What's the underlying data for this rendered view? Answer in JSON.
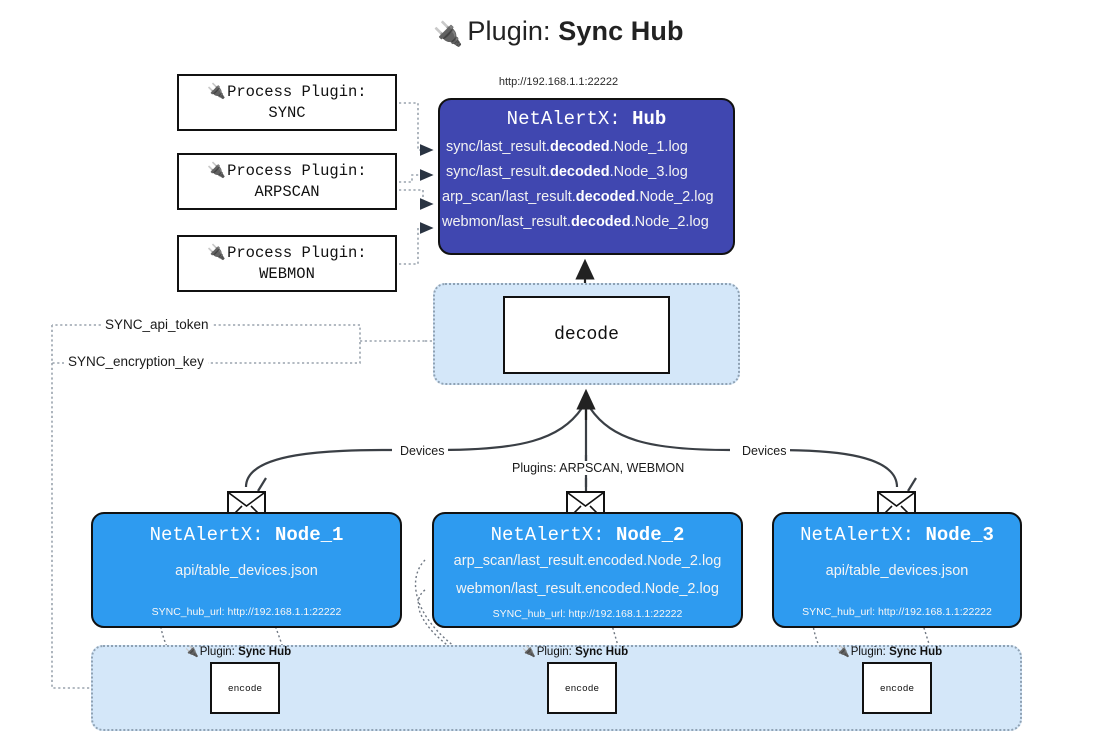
{
  "title": {
    "icon": "plug-icon",
    "prefix": "Plugin:",
    "name": "Sync Hub"
  },
  "hub": {
    "url": "http://192.168.1.1:22222",
    "title_prefix": "NetAlertX:",
    "title_name": "Hub",
    "logs": [
      {
        "pre": "sync/last_result.",
        "mid": "decoded",
        "post": ".Node_1.log"
      },
      {
        "pre": "sync/last_result.",
        "mid": "decoded",
        "post": ".Node_3.log"
      },
      {
        "pre": "arp_scan/last_result.",
        "mid": "decoded",
        "post": ".Node_2.log"
      },
      {
        "pre": "webmon/last_result.",
        "mid": "decoded",
        "post": ".Node_2.log"
      }
    ]
  },
  "process_plugins": [
    {
      "icon": "plug-icon",
      "line1": "Process Plugin:",
      "line2": "SYNC"
    },
    {
      "icon": "plug-icon",
      "line1": "Process Plugin:",
      "line2": "ARPSCAN"
    },
    {
      "icon": "plug-icon",
      "line1": "Process Plugin:",
      "line2": "WEBMON"
    }
  ],
  "decode": {
    "label": "decode"
  },
  "keys": {
    "api_token": "SYNC_api_token",
    "encryption_key": "SYNC_encryption_key"
  },
  "edge_labels": {
    "devices_left": "Devices",
    "devices_right": "Devices",
    "plugins": "Plugins: ARPSCAN, WEBMON"
  },
  "nodes": [
    {
      "title_prefix": "NetAlertX:",
      "title_name": "Node_1",
      "lines": [
        "api/table_devices.json"
      ],
      "hub_url_label": "SYNC_hub_url:",
      "hub_url": "http://192.168.1.1:22222",
      "envelope": "envelope-icon"
    },
    {
      "title_prefix": "NetAlertX:",
      "title_name": "Node_2",
      "lines": [
        "arp_scan/last_result.encoded.Node_2.log",
        "webmon/last_result.encoded.Node_2.log"
      ],
      "hub_url_label": "SYNC_hub_url:",
      "hub_url": "http://192.168.1.1:22222",
      "envelope": "envelope-icon"
    },
    {
      "title_prefix": "NetAlertX:",
      "title_name": "Node_3",
      "lines": [
        "api/table_devices.json"
      ],
      "hub_url_label": "SYNC_hub_url:",
      "hub_url": "http://192.168.1.1:22222",
      "envelope": "envelope-icon"
    }
  ],
  "encoders": [
    {
      "plugin_prefix": "Plugin:",
      "plugin_name": "Sync Hub",
      "label": "encode",
      "icon": "plug-icon"
    },
    {
      "plugin_prefix": "Plugin:",
      "plugin_name": "Sync Hub",
      "label": "encode",
      "icon": "plug-icon"
    },
    {
      "plugin_prefix": "Plugin:",
      "plugin_name": "Sync Hub",
      "label": "encode",
      "icon": "plug-icon"
    }
  ],
  "colors": {
    "hub_fill": "#4047b0",
    "node_fill": "#2e9bf0",
    "container_fill": "#d4e7f9",
    "stroke": "#111111",
    "dotted_stroke": "#8fa2b4"
  }
}
